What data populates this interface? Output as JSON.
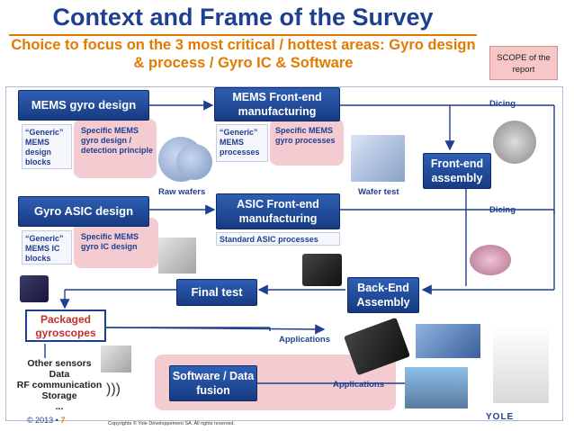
{
  "header": {
    "title": "Context and Frame of the Survey",
    "subtitle": "Choice to focus on the 3 most critical / hottest areas: Gyro design & process / Gyro IC & Software",
    "scope_badge": "SCOPE of the report"
  },
  "blocks": {
    "mems_gyro_design": "MEMS gyro design",
    "mems_frontend": "MEMS Front-end manufacturing",
    "gyro_asic_design": "Gyro ASIC design",
    "asic_frontend": "ASIC Front-end manufacturing",
    "frontend_assembly": "Front-end assembly",
    "backend_assembly": "Back-End Assembly",
    "final_test": "Final test",
    "software": "Software / Data fusion",
    "packaged": "Packaged gyroscopes"
  },
  "sublabels": {
    "generic_mems_design": "“Generic” MEMS design blocks",
    "specific_mems_design": "Specific MEMS gyro design / detection principle",
    "generic_mems_processes": "“Generic” MEMS processes",
    "specific_mems_processes": "Specific MEMS gyro processes",
    "generic_mems_ic": "“Generic” MEMS IC blocks",
    "specific_mems_ic": "Specific MEMS gyro IC design",
    "standard_asic": "Standard ASIC processes"
  },
  "labels": {
    "raw_wafers": "Raw wafers",
    "wafer_test": "Wafer test",
    "dicing_top": "Dicing",
    "dicing_bottom": "Dicing",
    "applications_top": "Applications",
    "applications_bottom": "Applications",
    "other_sensors": [
      "Other sensors",
      "Data",
      "RF communication",
      "Storage",
      "..."
    ]
  },
  "footer": {
    "page": "© 2013 •",
    "page_num": "7",
    "copyright": "Copyrights © Yole Développement SA. All rights reserved.",
    "logo": "YOLE"
  },
  "colors": {
    "title_blue": "#1f3f8f",
    "subtitle_orange": "#e07b00",
    "box_blue": "#2f5fb3",
    "panel_pink": "#f3c2ca"
  }
}
